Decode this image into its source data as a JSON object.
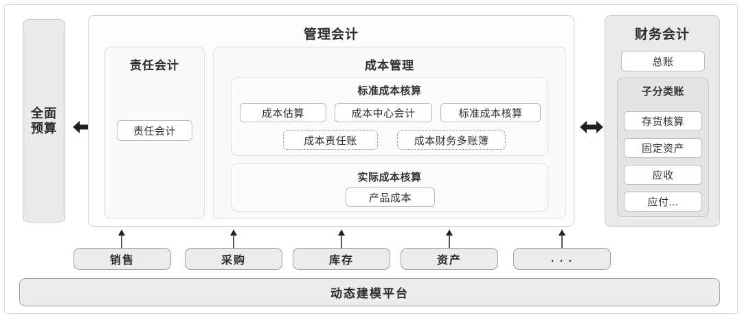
{
  "diagram": {
    "title_implicit": "管理会计与财务会计架构图",
    "budget": {
      "label_line1": "全面",
      "label_line2": "预算",
      "full_label": "全面预算"
    },
    "management_accounting": {
      "title": "管理会计",
      "responsibility_accounting": {
        "title": "责任会计",
        "items": [
          {
            "label": "责任会计",
            "style": "solid"
          }
        ]
      },
      "cost_management": {
        "title": "成本管理",
        "standard_cost": {
          "title": "标准成本核算",
          "row1": [
            {
              "label": "成本估算",
              "style": "solid"
            },
            {
              "label": "成本中心会计",
              "style": "solid"
            },
            {
              "label": "标准成本核算",
              "style": "solid"
            }
          ],
          "row2": [
            {
              "label": "成本责任账",
              "style": "dashed"
            },
            {
              "label": "成本财务多账簿",
              "style": "dashed"
            }
          ]
        },
        "actual_cost": {
          "title": "实际成本核算",
          "items": [
            {
              "label": "产品成本",
              "style": "solid"
            }
          ]
        }
      }
    },
    "financial_accounting": {
      "title": "财务会计",
      "general_ledger": {
        "label": "总账"
      },
      "sub_ledger": {
        "title": "子分类账",
        "items": [
          {
            "label": "存货核算"
          },
          {
            "label": "固定资产"
          },
          {
            "label": "应收"
          },
          {
            "label": "应付..."
          }
        ]
      }
    },
    "source_modules": [
      {
        "label": "销售"
      },
      {
        "label": "采购"
      },
      {
        "label": "库存"
      },
      {
        "label": "资产"
      },
      {
        "label": ". . ."
      }
    ],
    "platform": {
      "label": "动态建模平台"
    },
    "connectors": {
      "left_arrow": "bidirectional-arrow",
      "right_arrow": "bidirectional-arrow",
      "module_arrows": "arrow-up"
    },
    "colors": {
      "frame_border": "#d8d8d8",
      "panel_border": "#cfcfcf",
      "shaded_fill": "#eaeaea",
      "item_fill": "#ffffff",
      "grey_item_fill": "#ececec",
      "text": "#2b2b2b",
      "arrow": "#222222"
    }
  }
}
